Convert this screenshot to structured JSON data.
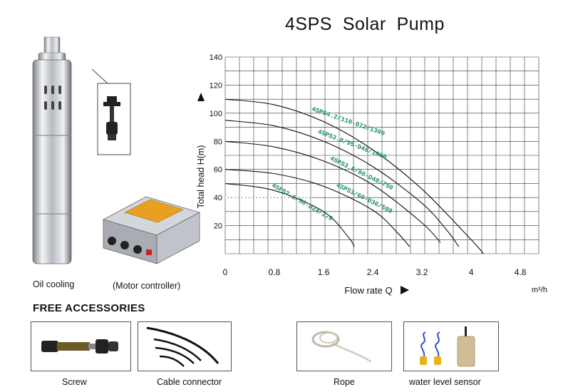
{
  "page": {
    "title": "4SPS  Solar  Pump"
  },
  "product": {
    "pump_caption": "Oil cooling",
    "controller_caption": "(Motor controller)"
  },
  "accessories": {
    "heading": "FREE ACCESSORIES",
    "items": [
      {
        "id": "screw",
        "label": "Screw"
      },
      {
        "id": "cable",
        "label": "Cable connector"
      },
      {
        "id": "rope",
        "label": "Rope"
      },
      {
        "id": "sensor",
        "label": "water level sensor"
      }
    ]
  },
  "colors": {
    "curve": "#111111",
    "curve_label": "#1a8a6e",
    "grid": "#333333",
    "steel": "#c9ccd0",
    "controller_body": "#b8bcc2",
    "warning_label": "#e8a020"
  },
  "chart_data": {
    "type": "line",
    "title": "",
    "xlabel": "Flow rate Q",
    "xunit": "m³/h",
    "ylabel": "Total head H(m)",
    "xlim": [
      0,
      5.1
    ],
    "ylim": [
      0,
      140
    ],
    "x_tick_labels": [
      "0",
      "0.8",
      "1.6",
      "2.4",
      "3.2",
      "4",
      "4.8"
    ],
    "x_ticks": [
      0,
      0.8,
      1.6,
      2.4,
      3.2,
      4,
      4.8
    ],
    "y_ticks": [
      20,
      40,
      60,
      80,
      100,
      120,
      140
    ],
    "y_tick_labels": [
      "20",
      "40",
      "60",
      "80",
      "100",
      "120",
      "140"
    ],
    "grid": true,
    "series": [
      {
        "name": "4SPS4.2/110-D72/1300",
        "x": [
          0,
          0.8,
          1.6,
          2.4,
          3.2,
          4.0,
          4.2
        ],
        "y": [
          110,
          106,
          94,
          74,
          46,
          10,
          0
        ]
      },
      {
        "name": "4SPS3.8/95-D48/1000",
        "x": [
          0,
          0.8,
          1.6,
          2.4,
          3.2,
          3.6,
          3.8
        ],
        "y": [
          95,
          91,
          80,
          62,
          36,
          17,
          5
        ]
      },
      {
        "name": "4SPS3.6/80-D48/750",
        "x": [
          0,
          0.8,
          1.6,
          2.4,
          3.2,
          3.5
        ],
        "y": [
          80,
          76,
          66,
          49,
          22,
          8
        ]
      },
      {
        "name": "4SPS3/60-D36/500",
        "x": [
          0,
          0.8,
          1.6,
          2.4,
          2.8,
          3.0
        ],
        "y": [
          60,
          57,
          48,
          31,
          15,
          5
        ]
      },
      {
        "name": "4SPS2.1/50-D24/270",
        "x": [
          0,
          0.8,
          1.6,
          2.0,
          2.1
        ],
        "y": [
          50,
          45,
          30,
          12,
          5
        ]
      }
    ],
    "label_positions_data": [
      {
        "x": 1.4,
        "y": 102,
        "angle": 19
      },
      {
        "x": 1.5,
        "y": 86,
        "angle": 21
      },
      {
        "x": 1.7,
        "y": 67,
        "angle": 26
      },
      {
        "x": 1.8,
        "y": 48,
        "angle": 26
      },
      {
        "x": 0.75,
        "y": 48,
        "angle": 30
      }
    ]
  }
}
